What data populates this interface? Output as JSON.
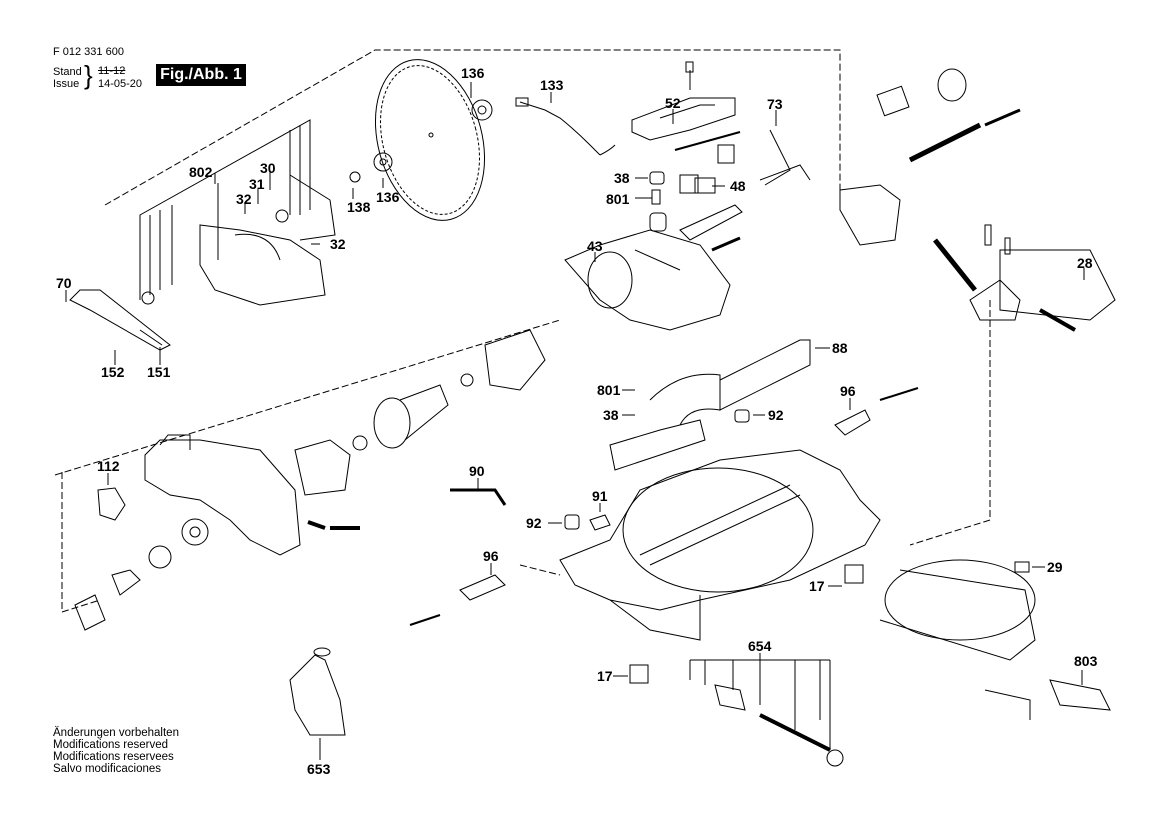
{
  "document": {
    "part_number": "F 012 331 600",
    "stand_label": "Stand",
    "issue_label": "Issue",
    "old_date": "11-12",
    "issue_date": "14-05-20",
    "figure_label": "Fig./Abb. 1"
  },
  "footer": {
    "lines": [
      "Änderungen vorbehalten",
      "Modifications reserved",
      "Modifications reservees",
      "Salvo modificaciones"
    ]
  },
  "parts": [
    {
      "id": "p136a",
      "number": "136"
    },
    {
      "id": "p133",
      "number": "133"
    },
    {
      "id": "p52",
      "number": "52"
    },
    {
      "id": "p73",
      "number": "73"
    },
    {
      "id": "p802",
      "number": "802"
    },
    {
      "id": "p30",
      "number": "30"
    },
    {
      "id": "p31",
      "number": "31"
    },
    {
      "id": "p32a",
      "number": "32"
    },
    {
      "id": "p32b",
      "number": "32"
    },
    {
      "id": "p138",
      "number": "138"
    },
    {
      "id": "p136b",
      "number": "136"
    },
    {
      "id": "p38a",
      "number": "38"
    },
    {
      "id": "p801a",
      "number": "801"
    },
    {
      "id": "p48",
      "number": "48"
    },
    {
      "id": "p43",
      "number": "43"
    },
    {
      "id": "p28",
      "number": "28"
    },
    {
      "id": "p70",
      "number": "70"
    },
    {
      "id": "p152",
      "number": "152"
    },
    {
      "id": "p151",
      "number": "151"
    },
    {
      "id": "p88",
      "number": "88"
    },
    {
      "id": "p801b",
      "number": "801"
    },
    {
      "id": "p38b",
      "number": "38"
    },
    {
      "id": "p92a",
      "number": "92"
    },
    {
      "id": "p96a",
      "number": "96"
    },
    {
      "id": "p112",
      "number": "112"
    },
    {
      "id": "p90",
      "number": "90"
    },
    {
      "id": "p91",
      "number": "91"
    },
    {
      "id": "p92b",
      "number": "92"
    },
    {
      "id": "p96b",
      "number": "96"
    },
    {
      "id": "p17a",
      "number": "17"
    },
    {
      "id": "p29",
      "number": "29"
    },
    {
      "id": "p654",
      "number": "654"
    },
    {
      "id": "p17b",
      "number": "17"
    },
    {
      "id": "p803",
      "number": "803"
    },
    {
      "id": "p653",
      "number": "653"
    }
  ]
}
